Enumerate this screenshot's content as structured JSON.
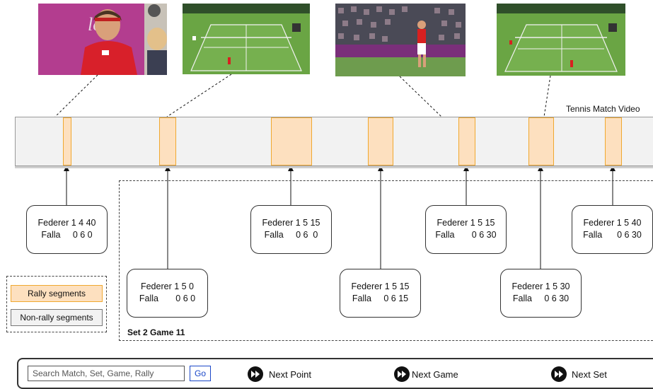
{
  "video_label": "Tennis Match Video",
  "legend": {
    "rally_label": "Rally segments",
    "nonrally_label": "Non-rally segments"
  },
  "set_game_label": "Set 2 Game 11",
  "score_boxes": [
    {
      "line1": "Federer 1 4 40",
      "line2": "Falla     0 6 0"
    },
    {
      "line1": "Federer 1 5 0",
      "line2": "Falla       0 6 0"
    },
    {
      "line1": "Federer 1 5 15",
      "line2": "Falla     0 6  0"
    },
    {
      "line1": "Federer 1 5 15",
      "line2": "Falla     0 6 15"
    },
    {
      "line1": "Federer 1 5 15",
      "line2": "Falla       0 6 30"
    },
    {
      "line1": "Federer 1 5 30",
      "line2": "Falla     0 6 30"
    },
    {
      "line1": "Federer 1 5 40",
      "line2": "Falla      0 6 30"
    }
  ],
  "controls": {
    "search_placeholder": "Search Match, Set, Game, Rally",
    "go_label": "Go",
    "next_point_label": "Next Point",
    "next_game_label": "Next Game",
    "next_set_label": "Next Set"
  },
  "colors": {
    "rally_fill": "#fde0bf",
    "rally_border": "#f0a830",
    "nonrally_fill": "#f2f2f2",
    "go_text": "#1a47c8"
  },
  "thumbnails": [
    {
      "name": "player-closeup-thumbnail"
    },
    {
      "name": "court-wide-thumbnail-1"
    },
    {
      "name": "crowd-player-thumbnail"
    },
    {
      "name": "court-wide-thumbnail-2"
    }
  ]
}
